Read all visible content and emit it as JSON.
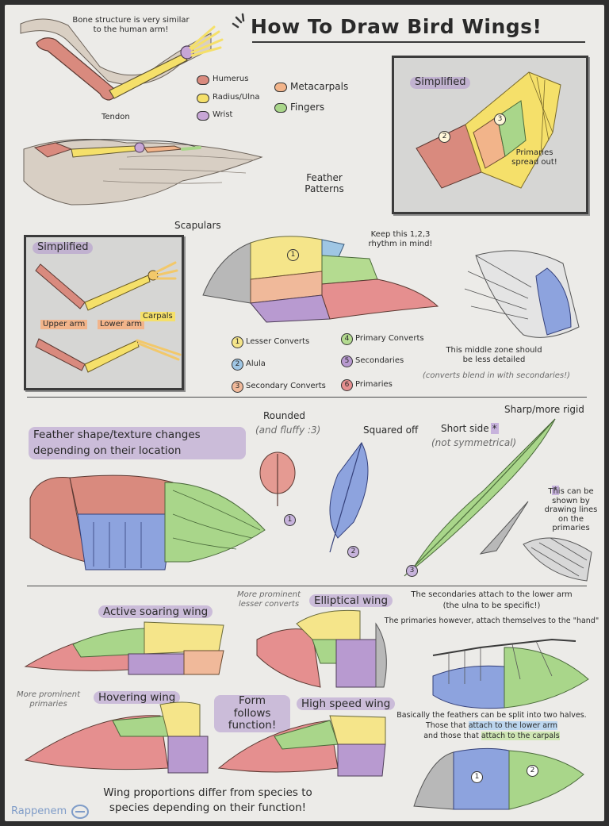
{
  "title": "How To Draw Bird Wings!",
  "signature": "Rappenem",
  "colors": {
    "humerus": "#d98a7e",
    "radius_ulna": "#f5e06a",
    "wrist": "#c7a6d6",
    "metacarpals": "#f2b48a",
    "fingers": "#a9d68a",
    "lesser": "#f5e58a",
    "alula": "#9fc6e4",
    "secondary_coverts": "#f0b99a",
    "primary_coverts": "#b4db90",
    "secondaries": "#b89ad0",
    "primaries": "#e58f8f",
    "blue_zone": "#8da3de",
    "paint": "#c7b3dc"
  },
  "anatomy": {
    "note": "Bone structure is very similar to the human arm!",
    "tendon": "Tendon",
    "legend": {
      "humerus": "Humerus",
      "radius_ulna": "Radius/Ulna",
      "wrist": "Wrist",
      "metacarpals": "Metacarpals",
      "fingers": "Fingers"
    }
  },
  "simplified_top": {
    "title": "Simplified",
    "n2": "2",
    "n3": "3",
    "note": "Primaries spread out!"
  },
  "feather_patterns": {
    "title": "Feather Patterns",
    "scapulars": "Scapulars",
    "rhythm": "Keep this 1,2,3 rhythm in mind!",
    "legend": [
      {
        "num": "1",
        "label": "Lesser Converts"
      },
      {
        "num": "2",
        "label": "Alula"
      },
      {
        "num": "3",
        "label": "Secondary Converts"
      },
      {
        "num": "4",
        "label": "Primary Converts"
      },
      {
        "num": "5",
        "label": "Secondaries"
      },
      {
        "num": "6",
        "label": "Primaries"
      }
    ],
    "middle_note": "This middle zone should be less detailed",
    "middle_sub": "(converts blend in with secondaries!)"
  },
  "simplified_left": {
    "title": "Simplified",
    "upper_arm": "Upper arm",
    "lower_arm": "Lower arm",
    "carpals": "Carpals"
  },
  "shapes": {
    "heading": "Feather shape/texture changes depending on their location",
    "rounded": "Rounded",
    "fluffy": "(and fluffy :3)",
    "squared": "Squared off",
    "short_side": "Short side",
    "asterisk": "*",
    "not_sym": "(not symmetrical)",
    "sharp": "Sharp/more rigid",
    "shown_note": "This can be shown by drawing lines on the primaries",
    "n1": "1",
    "n2": "2",
    "n3": "3"
  },
  "wing_types": {
    "active": "Active soaring wing",
    "prominent_lesser": "More prominent lesser converts",
    "elliptical": "Elliptical wing",
    "hovering": "Hovering wing",
    "prominent_primaries": "More prominent primaries",
    "form": "Form follows function!",
    "high_speed": "High speed wing",
    "footer": "Wing proportions differ from species to species depending on their function!"
  },
  "attach": {
    "line1": "The secondaries attach to the lower arm",
    "line2": "(the ulna to be specific!)",
    "line3": "The primaries however, attach themselves to the \"hand\"",
    "split_a": "Basically the feathers can be split into two halves.",
    "split_b": "Those that",
    "lower_arm": "attach to the lower arm",
    "split_c": "and those that",
    "carpals": "attach to the carpals",
    "n1": "1",
    "n2": "2"
  }
}
